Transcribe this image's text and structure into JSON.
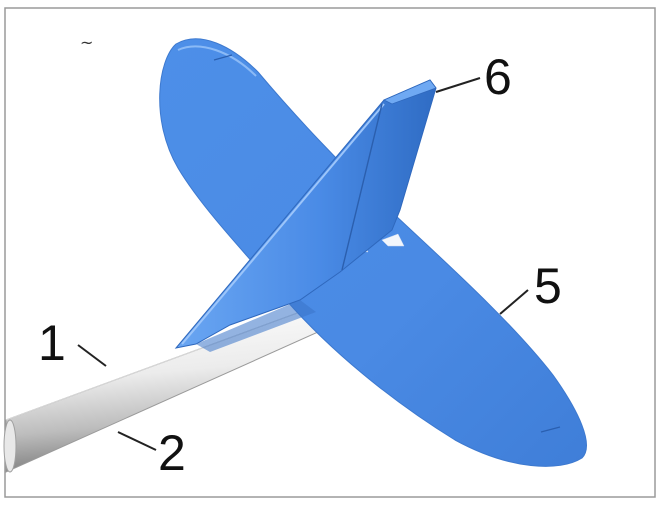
{
  "figure": {
    "corner_mark": "~",
    "callouts": [
      {
        "label": "1"
      },
      {
        "label": "2"
      },
      {
        "label": "5"
      },
      {
        "label": "6"
      }
    ]
  },
  "colors": {
    "surface_blue": "#4f91ea",
    "surface_blue_dark": "#3a77c9",
    "surface_blue_light": "#86b6f5",
    "boom_light": "#f4f4f4",
    "boom_shadow": "#8e8e8e",
    "frame": "#9a9a9a"
  },
  "icons": {
    "boom": "tail-boom-shape",
    "stabilizer": "horizontal-stabilizer-shape",
    "fin": "vertical-fin-shape"
  }
}
